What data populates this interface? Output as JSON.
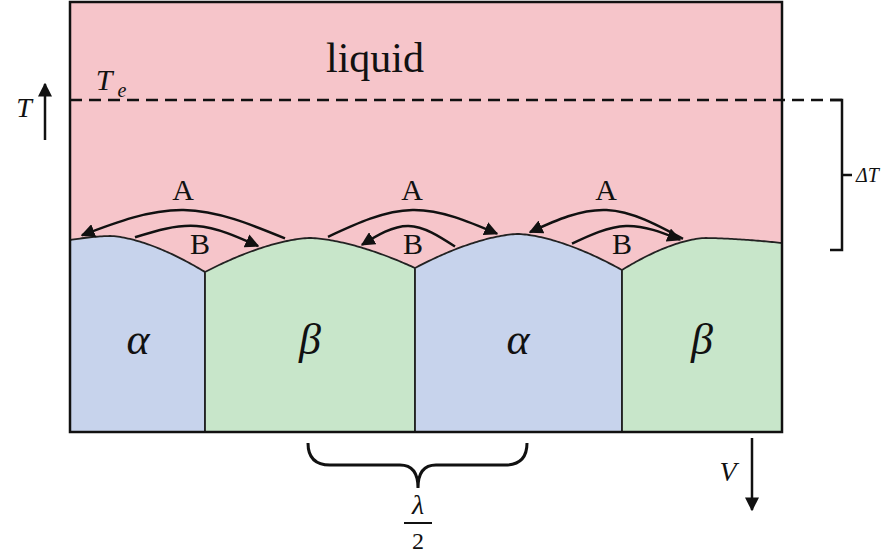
{
  "diagram": {
    "nodes": [
      {
        "text": [
          "liquid"
        ]
      },
      {
        "text": [
          "α"
        ]
      },
      {
        "text": [
          "β"
        ]
      },
      {
        "text": [
          "α"
        ]
      },
      {
        "text": [
          "β"
        ]
      }
    ],
    "edges": [
      {
        "from": 2,
        "to": 1,
        "arrow": "to",
        "label": "A"
      },
      {
        "from": 1,
        "to": 2,
        "arrow": "to",
        "label": "B"
      },
      {
        "from": 2,
        "to": 3,
        "arrow": "to",
        "label": "A"
      },
      {
        "from": 3,
        "to": 2,
        "arrow": "to",
        "label": "B"
      },
      {
        "from": 4,
        "to": 3,
        "arrow": "to",
        "label": "A"
      },
      {
        "from": 3,
        "to": 4,
        "arrow": "to",
        "label": "B"
      }
    ],
    "labels": [
      "T",
      "T",
      "e",
      "ΔT",
      "λ",
      "2",
      "V"
    ]
  }
}
